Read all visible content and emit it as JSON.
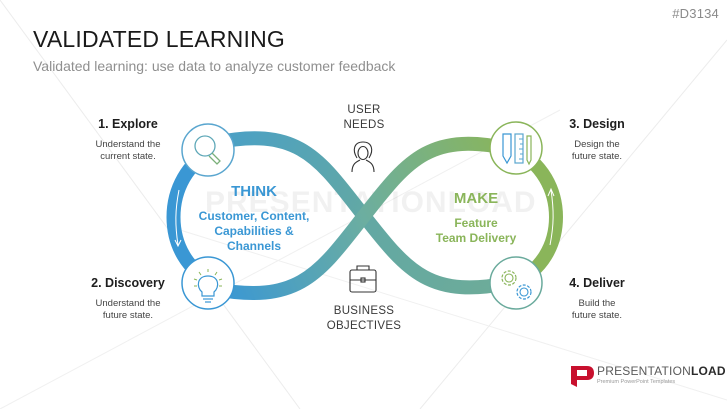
{
  "header": {
    "code": "#D3134",
    "title": "VALIDATED LEARNING",
    "subtitle": "Validated learning: use data to analyze customer feedback"
  },
  "steps": [
    {
      "title": "1. Explore",
      "desc_line1": "Understand the",
      "desc_line2": "current state.",
      "icon": "magnifier-icon"
    },
    {
      "title": "2. Discovery",
      "desc_line1": "Understand the",
      "desc_line2": "future state.",
      "icon": "lightbulb-icon"
    },
    {
      "title": "3. Design",
      "desc_line1": "Design the",
      "desc_line2": "future state.",
      "icon": "pencil-ruler-icon"
    },
    {
      "title": "4. Deliver",
      "desc_line1": "Build the",
      "desc_line2": "future state.",
      "icon": "gears-icon"
    }
  ],
  "think": {
    "heading": "THINK",
    "line1": "Customer, Content,",
    "line2": "Capabilities &",
    "line3": "Channels"
  },
  "make": {
    "heading": "MAKE",
    "line1": "Feature",
    "line2": "Team Delivery"
  },
  "center": {
    "top_line1": "USER",
    "top_line2": "NEEDS",
    "top_icon": "user-icon",
    "bottom_line1": "BUSINESS",
    "bottom_line2": "OBJECTIVES",
    "bottom_icon": "briefcase-icon"
  },
  "watermark": "PRESENTATIONLOAD",
  "logo": {
    "brand_light": "PRESENTATION",
    "brand_bold": "LOAD",
    "tagline": "Premium PowerPoint Templates"
  },
  "colors": {
    "blue": "#3a97d4",
    "teal": "#5aa8a0",
    "green": "#8ab55a",
    "brand_red": "#c8102e"
  }
}
